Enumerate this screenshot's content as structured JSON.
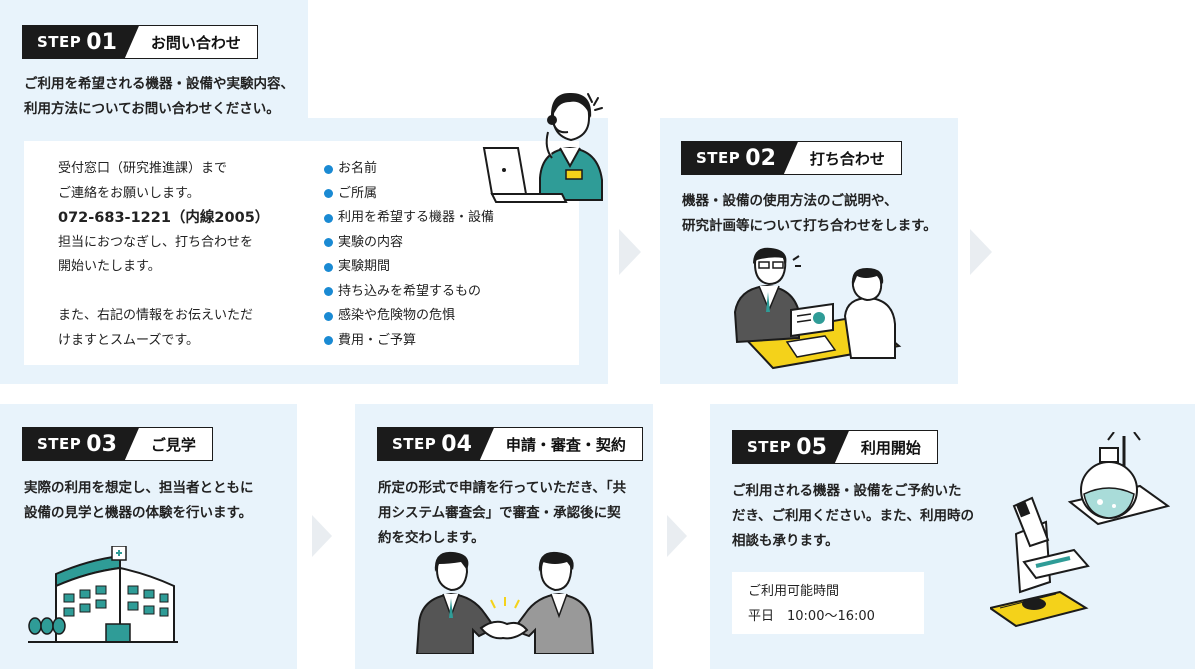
{
  "steps": [
    {
      "word": "STEP",
      "number": "01",
      "title": "お問い合わせ",
      "lines": [
        "ご利用を希望される機器・設備や実験内容、",
        "利用方法についてお問い合わせください。"
      ],
      "contact_lines": [
        "受付窓口（研究推進課）まで",
        "ご連絡をお願いします。"
      ],
      "phone": "072-683-1221（内線2005）",
      "after_lines": [
        "担当におつなぎし、打ち合わせを",
        "開始いたします。"
      ],
      "info_lines": [
        "また、右記の情報をお伝えいただ",
        "けますとスムーズです。"
      ],
      "items": [
        "お名前",
        "ご所属",
        "利用を希望する機器・設備",
        "実験の内容",
        "実験期間",
        "持ち込みを希望するもの",
        "感染や危険物の危惧",
        "費用・ご予算"
      ]
    },
    {
      "word": "STEP",
      "number": "02",
      "title": "打ち合わせ",
      "lines": [
        "機器・設備の使用方法のご説明や、",
        "研究計画等について打ち合わせをします。"
      ]
    },
    {
      "word": "STEP",
      "number": "03",
      "title": "ご見学",
      "lines": [
        "実際の利用を想定し、担当者とともに",
        "設備の見学と機器の体験を行います。"
      ]
    },
    {
      "word": "STEP",
      "number": "04",
      "title": "申請・審査・契約",
      "lines": [
        "所定の形式で申請を行っていただき、「共",
        "用システム審査会」で審査・承認後に契",
        "約を交わします。"
      ]
    },
    {
      "word": "STEP",
      "number": "05",
      "title": "利用開始",
      "lines": [
        "ご利用される機器・設備をご予約いた",
        "だき、ご利用ください。また、利用時の",
        "相談も承ります。"
      ],
      "hours_label": "ご利用可能時間",
      "hours": "平日　10:00〜16:00"
    }
  ],
  "icons": [
    "support-operator-icon",
    "meeting-icon",
    "building-icon",
    "handshake-icon",
    "lab-equipment-icon",
    "chevron-right-icon"
  ],
  "colors": {
    "panel": "#e8f3fb",
    "badge": "#1b1b1b",
    "bullet": "#1a8ad3",
    "accent_yellow": "#f4d21a",
    "teal": "#2f9c97",
    "arrow": "#e9edf1"
  }
}
